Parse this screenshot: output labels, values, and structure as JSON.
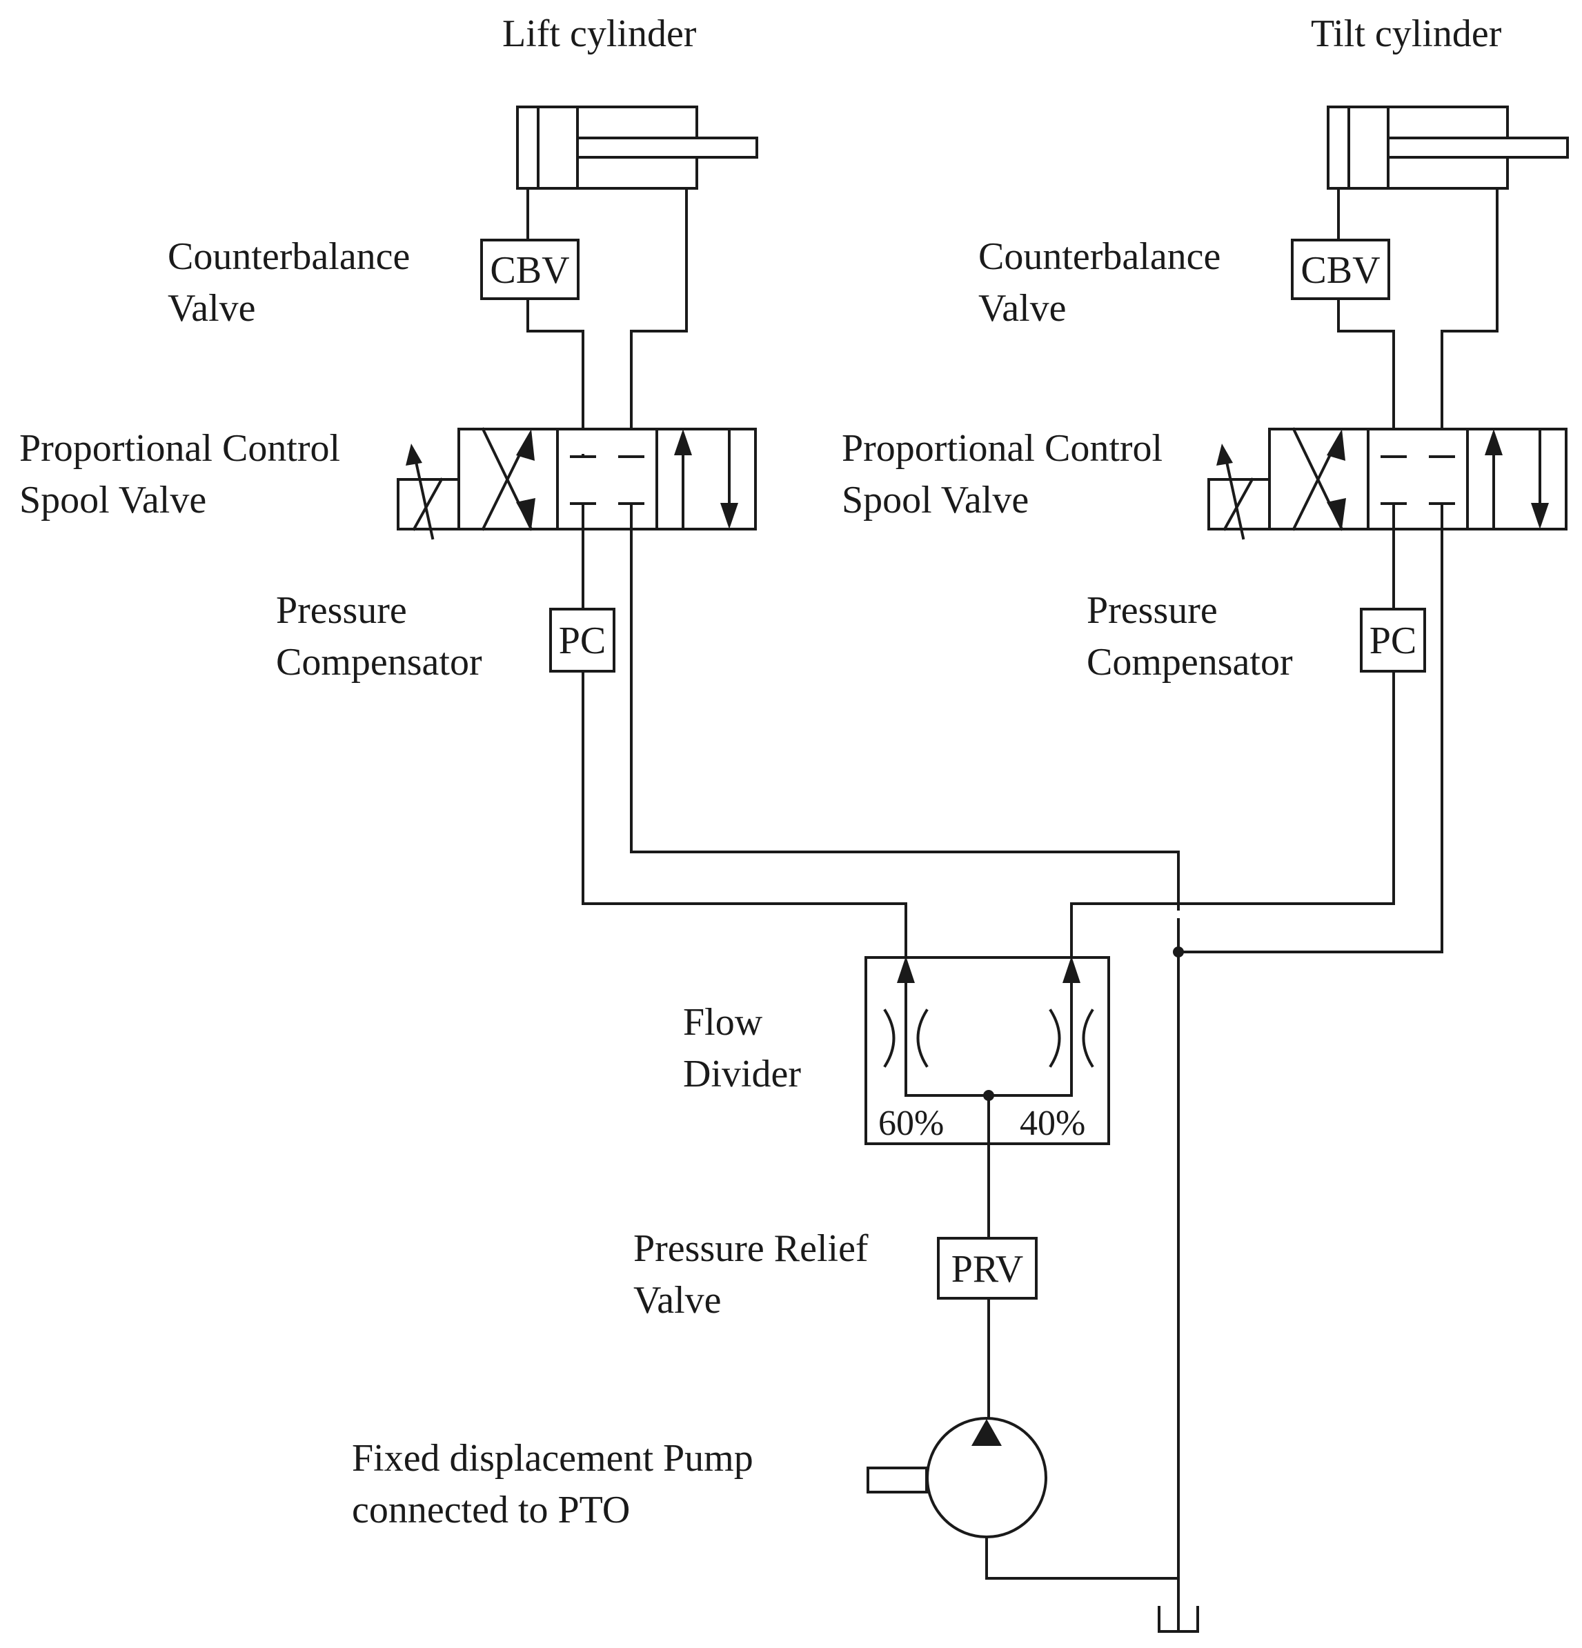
{
  "labels": {
    "lift_cylinder": "Lift cylinder",
    "tilt_cylinder": "Tilt cylinder",
    "counterbalance_line1": "Counterbalance",
    "counterbalance_line2": "Valve",
    "spool_line1": "Proportional Control",
    "spool_line2": "Spool Valve",
    "compensator_line1": "Pressure",
    "compensator_line2": "Compensator",
    "flow_divider_line1": "Flow",
    "flow_divider_line2": "Divider",
    "relief_line1": "Pressure Relief",
    "relief_line2": "Valve",
    "pump_line1": "Fixed displacement Pump",
    "pump_line2": "connected to PTO"
  },
  "boxes": {
    "cbv": "CBV",
    "pc": "PC",
    "prv": "PRV"
  },
  "flow_split": {
    "left": "60%",
    "right": "40%"
  },
  "colors": {
    "line": "#1a1a1a",
    "background": "#ffffff"
  }
}
